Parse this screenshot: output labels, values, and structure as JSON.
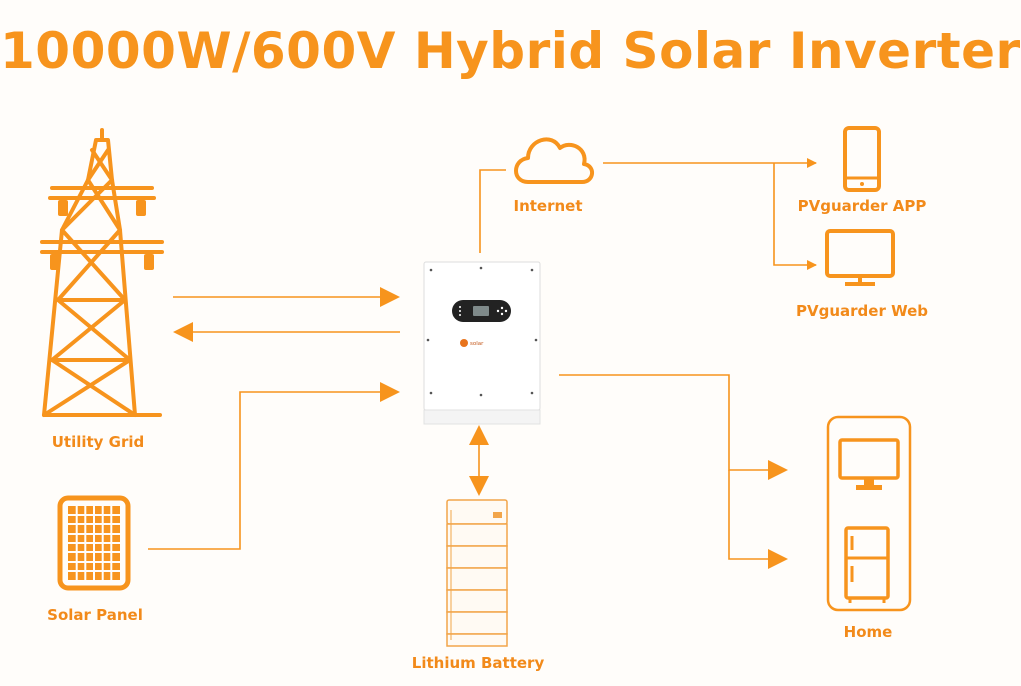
{
  "title": "10000W/600V Hybrid Solar Inverter",
  "nodes": {
    "utility_grid": "Utility Grid",
    "solar_panel": "Solar Panel",
    "internet": "Internet",
    "app": "PVguarder  APP",
    "web": "PVguarder  Web",
    "battery": "Lithium Battery",
    "home": "Home"
  },
  "inverter_brand": "solar",
  "colors": {
    "accent": "#f7941d",
    "line": "#f7941d",
    "background": "#fffdfa"
  },
  "icons": {
    "utility_grid": "transmission-tower-icon",
    "solar_panel": "solar-panel-icon",
    "internet": "cloud-icon",
    "app": "smartphone-icon",
    "web": "monitor-icon",
    "battery": "battery-stack-icon",
    "home": "home-appliances-icon"
  }
}
